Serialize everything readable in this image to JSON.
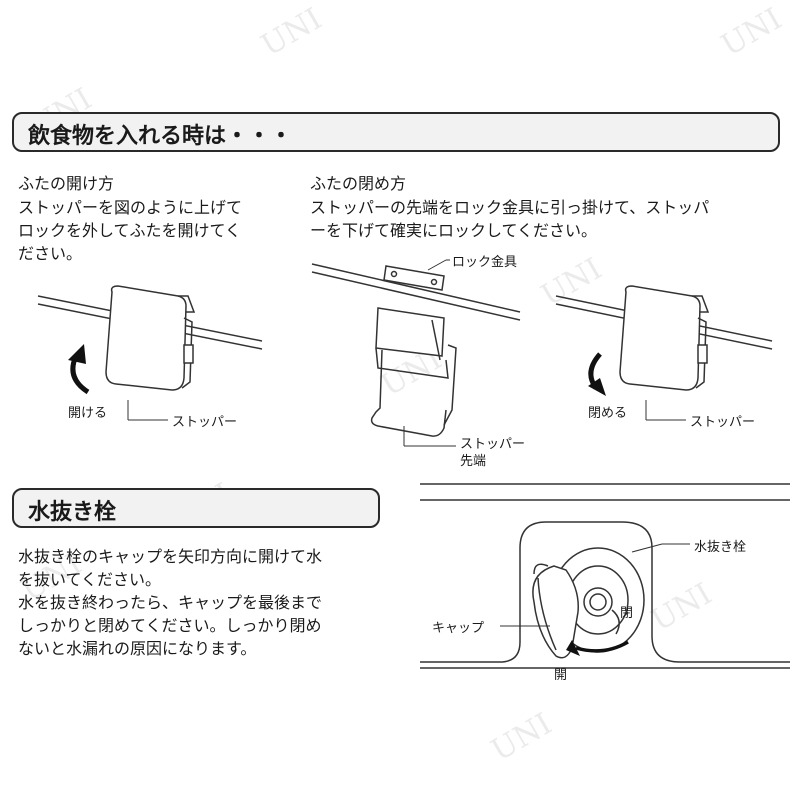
{
  "section1": {
    "title": "飲食物を入れる時は・・・",
    "open": {
      "heading": "ふたの開け方",
      "lines": [
        "ストッパーを図のように上げて",
        "ロックを外してふたを開けてく",
        "ださい。"
      ]
    },
    "close": {
      "heading": "ふたの閉め方",
      "lines": [
        "ストッパーの先端をロック金具に引っ掛けて、ストッパ",
        "ーを下げて確実にロックしてください。"
      ]
    },
    "labels": {
      "lock_fitting": "ロック金具",
      "open_action": "開ける",
      "stopper_left": "ストッパー",
      "stopper_tip_1": "ストッパー",
      "stopper_tip_2": "先端",
      "close_action": "閉める",
      "stopper_right": "ストッパー"
    }
  },
  "section2": {
    "title": "水抜き栓",
    "lines": [
      "水抜き栓のキャップを矢印方向に開けて水",
      "を抜いてください。",
      "水を抜き終わったら、キャップを最後まで",
      "しっかりと閉めてください。しっかり閉め",
      "ないと水漏れの原因になります。"
    ],
    "labels": {
      "drain_plug": "水抜き栓",
      "cap": "キャップ",
      "closed": "閉",
      "opened": "開"
    }
  },
  "watermark": "UNI"
}
